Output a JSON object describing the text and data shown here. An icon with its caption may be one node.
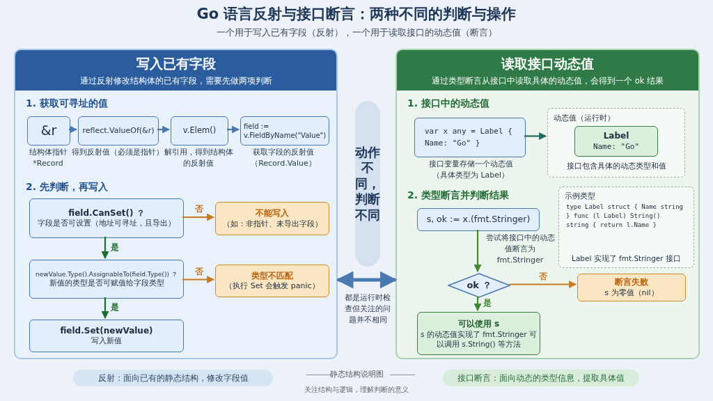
{
  "diagram": {
    "title": "Go 语言反射与接口断言：两种不同的判断与操作",
    "nodes": [
      {
        "text": [
          "写入已有字段",
          "通过反射修改结构体的已有字段，需要先做两项判断"
        ]
      },
      {
        "text": [
          "&r"
        ],
        "beside": [
          "结构体指针 *Record"
        ],
        "in": 0
      },
      {
        "text": [
          "reflect.ValueOf(&r)"
        ],
        "beside": [
          "得到反射值（必须是指针）"
        ],
        "in": 0
      },
      {
        "text": [
          "v.Elem()"
        ],
        "beside": [
          "解引用，得到结构体的反射值"
        ],
        "in": 0
      },
      {
        "text": [
          "field := v.FieldByName(\"Value\")"
        ],
        "beside": [
          "获取字段的反射值（Record.Value）"
        ],
        "in": 0
      },
      {
        "text": [
          "field.CanSet() ？",
          "字段是否可设置（地址可寻址，且导出）"
        ],
        "in": 0
      },
      {
        "text": [
          "不能写入",
          "（如：非指针、未导出字段）"
        ],
        "in": 0
      },
      {
        "text": [
          "newValue.Type().AssignableTo(field.Type()) ？",
          "新值的类型是否可赋值给字段类型"
        ],
        "in": 0
      },
      {
        "text": [
          "类型不匹配",
          "（执行 Set 会触发 panic）"
        ],
        "in": 0
      },
      {
        "text": [
          "field.Set(newValue)",
          "写入新值"
        ],
        "in": 0
      },
      {
        "text": [
          "动作不同，判断不同"
        ]
      },
      {
        "text": [
          "读取接口动态值",
          "通过类型断言从接口中读取具体的动态值，会得到一个 ok 结果"
        ]
      },
      {
        "text": [
          "var x any = Label { Name: \"Go\" }"
        ],
        "beside": [
          "接口变量存储一个动态值（具体类型为 Label）"
        ],
        "in": 11
      },
      {
        "text": [
          "动态值（运行时）",
          "接口包含具体的动态类型和值"
        ],
        "in": 11
      },
      {
        "text": [
          "Label",
          "Name: \"Go\""
        ],
        "in": 13
      },
      {
        "text": [
          "s, ok := x.(fmt.Stringer)"
        ],
        "beside": [
          "尝试将接口中的动态值断言为 fmt.Stringer"
        ],
        "in": 11
      },
      {
        "text": [
          "ok ？"
        ],
        "in": 11
      },
      {
        "text": [
          "断言失败",
          "s 为零值（nil）"
        ],
        "in": 11
      },
      {
        "text": [
          "可以使用 s",
          "s 的动态值实现了 fmt.Stringer 可以调用 s.String() 等方法"
        ],
        "in": 11
      },
      {
        "text": [
          "示例类型",
          "type Label struct { Name string } func (l Label) String() string { return l.Name }",
          "Label 实现了 fmt.Stringer 接口"
        ],
        "in": 11
      }
    ],
    "edges": [
      {
        "from": 1,
        "to": 2,
        "arrow": "to"
      },
      {
        "from": 2,
        "to": 3,
        "arrow": "to"
      },
      {
        "from": 3,
        "to": 4,
        "arrow": "to"
      },
      {
        "from": 5,
        "to": 6,
        "arrow": "to",
        "label": "否",
        "color": "#c9791f"
      },
      {
        "from": 5,
        "to": 7,
        "arrow": "to",
        "label": "是",
        "color": "#1f6b2e"
      },
      {
        "from": 7,
        "to": 8,
        "arrow": "to",
        "label": "否",
        "color": "#c9791f"
      },
      {
        "from": 7,
        "to": 9,
        "arrow": "to",
        "label": "是",
        "color": "#1f6b2e"
      },
      {
        "from": 12,
        "to": 13,
        "arrow": "to",
        "color": "#1f6b5e"
      },
      {
        "from": 15,
        "to": 16,
        "arrow": "to",
        "color": "#3f8a2e"
      },
      {
        "from": 16,
        "to": 17,
        "arrow": "to",
        "label": "否",
        "color": "#c9791f"
      },
      {
        "from": 16,
        "to": 18,
        "arrow": "to",
        "label": "是",
        "color": "#3f8a2e"
      },
      {
        "from": 0,
        "to": 11,
        "arrow": "both",
        "style": "thick"
      }
    ],
    "labels": [
      "一个用于写入已有字段（反射），一个用于读取接口的动态值（断言）",
      "1. 获取可寻址的值",
      "2. 先判断，再写入",
      "1. 接口中的动态值",
      "2. 类型断言并判断结果",
      "都是运行时检查但关注的问题并不相同",
      "反射：面向已有的静态结构，修改字段值",
      "静态结构说明图",
      "关注结构与逻辑，理解判断的意义",
      "接口断言：面向动态的类型信息，提取具体值"
    ]
  }
}
